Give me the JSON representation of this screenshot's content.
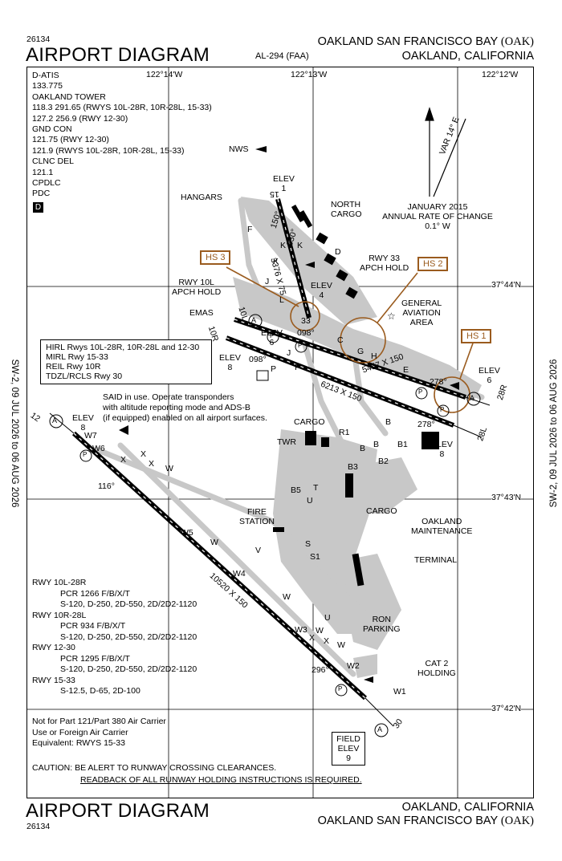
{
  "header": {
    "chart_id_top": "26134",
    "title_top": "AIRPORT DIAGRAM",
    "al_number": "AL-294 (FAA)",
    "airport_name_top": "OAKLAND SAN FRANCISCO BAY",
    "airport_code_top": "(OAK)",
    "city_top": "OAKLAND, CALIFORNIA"
  },
  "footer": {
    "title_bottom": "AIRPORT DIAGRAM",
    "chart_id_bottom": "26134",
    "city_bottom": "OAKLAND, CALIFORNIA",
    "airport_name_bottom": "OAKLAND SAN FRANCISCO BAY",
    "airport_code_bottom": "(OAK)"
  },
  "validity": {
    "left": "SW-2, 09 JUL 2026 to 06 AUG 2026",
    "right": "SW-2, 09 JUL 2026 to 06 AUG 2026"
  },
  "coordinates": {
    "lon_1": "122°14'W",
    "lon_2": "122°13'W",
    "lon_3": "122°12'W",
    "lat_1": "37°44'N",
    "lat_2": "37°43'N",
    "lat_3": "37°42'N"
  },
  "frequencies": [
    "D-ATIS",
    "133.775",
    "OAKLAND TOWER",
    "118.3  291.65 (RWYS 10L-28R, 10R-28L, 15-33)",
    "127.2  256.9 (RWY 12-30)",
    "GND CON",
    "121.75 (RWY 12-30)",
    "121.9 (RWYS 10L-28R, 10R-28L, 15-33)",
    "CLNC DEL",
    "121.1",
    "CPDLC",
    "PDC"
  ],
  "datalink_symbol": "D",
  "magnetic": {
    "var_label": "VAR 14° E",
    "date": "JANUARY 2015",
    "rate_title": "ANNUAL RATE OF CHANGE",
    "rate_value": "0.1° W"
  },
  "lighting_box": [
    "HIRL Rwys 10L-28R, 10R-28L and 12-30",
    "MIRL Rwy 15-33",
    "REIL Rwy 10R",
    "TDZL/RCLS Rwy 30"
  ],
  "said_note": [
    "SAID in use. Operate transponders",
    "with altitude reporting mode and ADS-B",
    "(if equipped) enabled on all airport surfaces."
  ],
  "hot_spots": {
    "hs1": "HS 1",
    "hs2": "HS 2",
    "hs3": "HS 3"
  },
  "labels": {
    "nws": "NWS",
    "elev_label": "ELEV",
    "elev_1": "1",
    "elev_4": "4",
    "elev_6a": "6",
    "elev_6b": "6",
    "elev_8a": "8",
    "elev_8b": "8",
    "elev_8c": "8",
    "hangars": "HANGARS",
    "north_cargo_1": "NORTH",
    "north_cargo_2": "CARGO",
    "rwy33_hold_1": "RWY 33",
    "rwy33_hold_2": "APCH HOLD",
    "rwy10l_hold_1": "RWY 10L",
    "rwy10l_hold_2": "APCH HOLD",
    "emas": "EMAS",
    "ga_1": "GENERAL",
    "ga_2": "AVIATION",
    "ga_3": "AREA",
    "cargo_mid": "CARGO",
    "twr": "TWR",
    "cargo_east": "CARGO",
    "oak_maint_1": "OAKLAND",
    "oak_maint_2": "MAINTENANCE",
    "fire_1": "FIRE",
    "fire_2": "STATION",
    "terminal": "TERMINAL",
    "ron_1": "RON",
    "ron_2": "PARKING",
    "cat2_1": "CAT 2",
    "cat2_2": "HOLDING",
    "w1": "W1"
  },
  "runways": {
    "rwy_15": "15",
    "rwy_33": "33",
    "rwy_10l": "10L",
    "rwy_10r": "10R",
    "rwy_28r": "28R",
    "rwy_28l": "28L",
    "rwy_12": "12",
    "rwy_30": "30",
    "dims_15_33": "3376 X 75",
    "dims_10l": "5457 X 150",
    "dims_10r": "6213 X 150",
    "dims_12_30": "10520 X 150",
    "hdg_150": "150°",
    "hdg_330": "330°",
    "hdg_098a": "098°",
    "hdg_098b": "098°",
    "hdg_278a": "278°",
    "hdg_278b": "278°",
    "hdg_116": "116°",
    "hdg_296": "296°"
  },
  "taxiways": {
    "K1": "K",
    "K2": "K",
    "K3": "K",
    "J1": "J",
    "J2": "J",
    "L1": "L",
    "D1": "D",
    "F1": "F",
    "C1": "C",
    "G1": "G",
    "H1": "H",
    "E1": "E",
    "P1": "P",
    "P2": "P",
    "B1": "B",
    "B2": "B",
    "B3": "B",
    "R1": "R1",
    "R2": "B1",
    "B2b": "B2",
    "B3b": "B3",
    "B5": "B5",
    "T1": "T",
    "U1": "U",
    "S1": "S",
    "S2": "S1",
    "V1": "V",
    "W_a": "W",
    "W_b": "W",
    "W_c": "W",
    "W_d": "W",
    "W_e": "W",
    "W4": "W4",
    "W5": "W5",
    "W6": "W6",
    "W7": "W7",
    "W3": "W3",
    "W2": "W2",
    "X1": "X",
    "X2": "X",
    "X3": "X",
    "X4": "X",
    "X5": "X",
    "U2": "U"
  },
  "pcn": [
    {
      "rwy": "RWY 10L-28R",
      "pcr": "PCR 1266 F/B/X/T",
      "gw": "S-120, D-250, 2D-550, 2D/2D2-1120"
    },
    {
      "rwy": "RWY 10R-28L",
      "pcr": "PCR 934 F/B/X/T",
      "gw": "S-120, D-250, 2D-550, 2D/2D2-1120"
    },
    {
      "rwy": "RWY 12-30",
      "pcr": "PCR 1295 F/B/X/T",
      "gw": "S-120, D-250, 2D-550, 2D/2D2-1120"
    },
    {
      "rwy": "RWY 15-33",
      "pcr": "",
      "gw": "S-12.5, D-65, 2D-100"
    }
  ],
  "not_part121": [
    "Not for Part 121/Part 380 Air Carrier",
    "Use or Foreign Air Carrier",
    "Equivalent: RWYS 15-33"
  ],
  "field_elev": {
    "l1": "FIELD",
    "l2": "ELEV",
    "l3": "9"
  },
  "caution": {
    "line1": "CAUTION: BE ALERT TO RUNWAY CROSSING CLEARANCES.",
    "line2": "READBACK OF ALL RUNWAY HOLDING INSTRUCTIONS IS REQUIRED."
  },
  "icons": {
    "arrestor": "A",
    "papi": "P",
    "rotating_beacon": "star-icon",
    "wind_indicator": "wind-cone-icon"
  },
  "colors": {
    "ink": "#000000",
    "hotspot": "#9a5b1e",
    "pavement": "#c8c8c8"
  }
}
